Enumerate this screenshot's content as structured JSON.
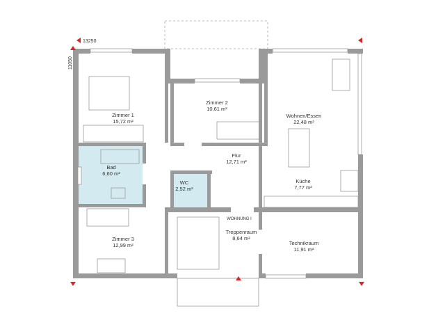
{
  "dimensions": {
    "width_label": "13250",
    "depth_label": "11050"
  },
  "rooms": [
    {
      "id": "zimmer1",
      "name": "Zimmer 1",
      "area": "15,72 m²"
    },
    {
      "id": "zimmer2",
      "name": "Zimmer 2",
      "area": "10,61 m²"
    },
    {
      "id": "wohnen",
      "name": "Wohnen/Essen",
      "area": "22,48 m²"
    },
    {
      "id": "flur",
      "name": "Flur",
      "area": "12,71 m²"
    },
    {
      "id": "bad",
      "name": "Bad",
      "area": "6,60 m²"
    },
    {
      "id": "wc",
      "name": "WC",
      "area": "2,52 m²"
    },
    {
      "id": "kueche",
      "name": "Küche",
      "area": "7,77 m²"
    },
    {
      "id": "treppenraum",
      "name": "Treppenraum",
      "area": "8,64 m²"
    },
    {
      "id": "technikraum",
      "name": "Technikraum",
      "area": "11,91 m²"
    },
    {
      "id": "zimmer3",
      "name": "Zimmer 3",
      "area": "12,99 m²"
    }
  ],
  "unit_label": "WOHNUNG I",
  "colors": {
    "wall": "#9a9a9a",
    "wet_room": "#d4eaf1",
    "marker": "#d7262a"
  }
}
